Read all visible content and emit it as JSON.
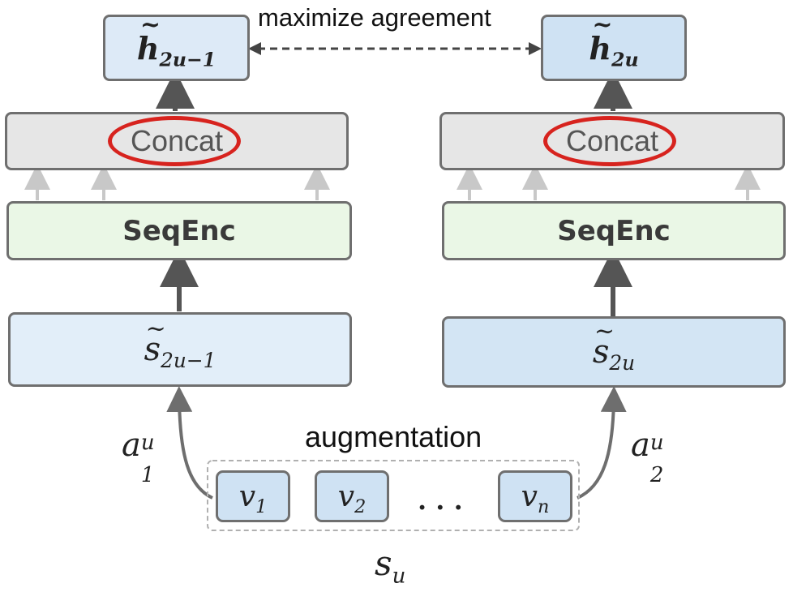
{
  "top_label": "maximize agreement",
  "left": {
    "h": {
      "symbol": "h",
      "tilde": "~",
      "subscript": "2u−1"
    },
    "concat": "Concat",
    "seqenc": "SeqEnc",
    "s": {
      "symbol": "s",
      "tilde": "~",
      "subscript": "2u−1"
    },
    "aug": {
      "symbol": "a",
      "sub": "1",
      "sup": "u"
    }
  },
  "right": {
    "h": {
      "symbol": "h",
      "tilde": "~",
      "subscript": "2u"
    },
    "concat": "Concat",
    "seqenc": "SeqEnc",
    "s": {
      "symbol": "s",
      "tilde": "~",
      "subscript": "2u"
    },
    "aug": {
      "symbol": "a",
      "sub": "2",
      "sup": "u"
    }
  },
  "augmentation_label": "augmentation",
  "sequence": {
    "items": [
      {
        "symbol": "v",
        "sub": "1"
      },
      {
        "symbol": "v",
        "sub": "2"
      },
      {
        "symbol": "v",
        "sub": "n"
      }
    ],
    "ellipsis": ". . .",
    "label": {
      "symbol": "s",
      "sub": "u"
    }
  },
  "colors": {
    "box_border": "#6f6f6f",
    "embedding_fill": "#cfe2f3",
    "concat_fill": "#e6e6e6",
    "seqenc_fill": "#eaf7e6",
    "highlight_ring": "#d7231e",
    "arrow_dark": "#555555",
    "arrow_light": "#c8c8c8"
  }
}
